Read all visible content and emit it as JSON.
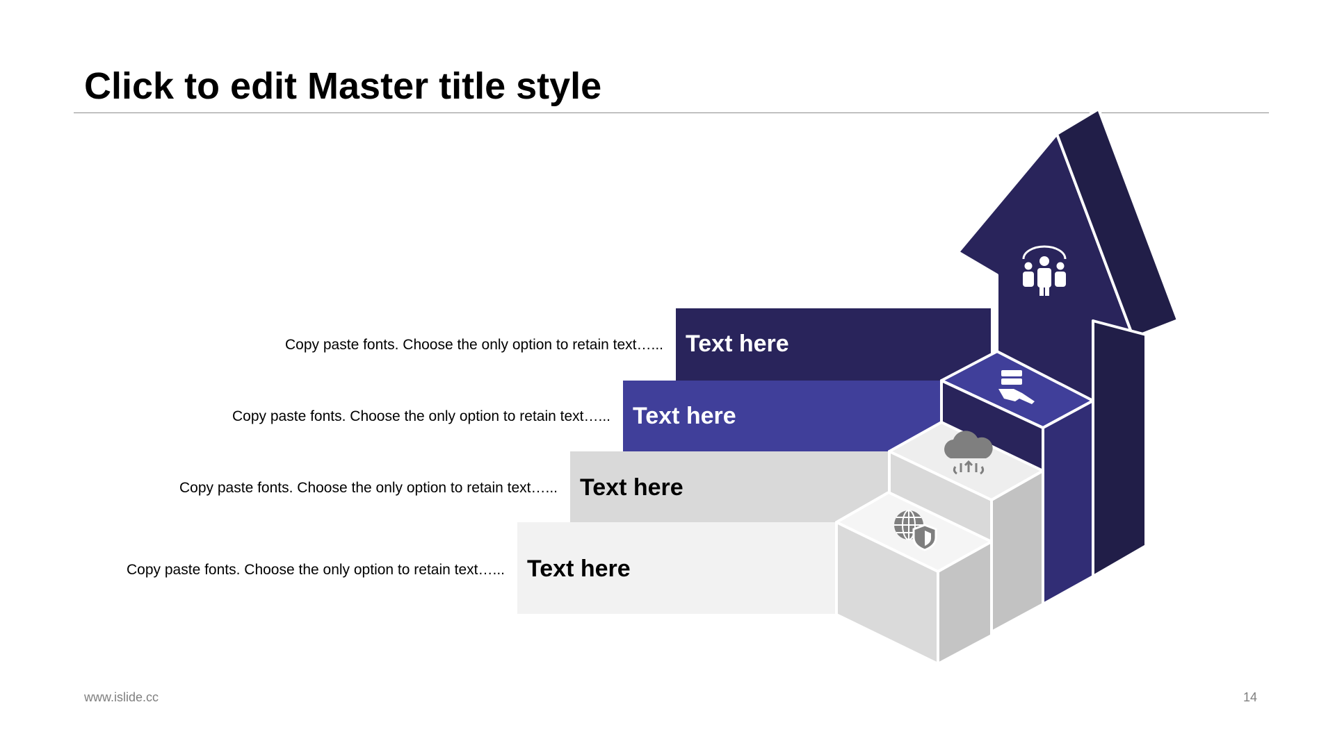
{
  "slide": {
    "title": "Click to edit Master title style",
    "footer_url": "www.islide.cc",
    "page_number": "14"
  },
  "steps": [
    {
      "label": "Text here",
      "description": "Copy paste fonts. Choose the only option to retain text…...",
      "color": "#29245b",
      "icon": "people-team-icon"
    },
    {
      "label": "Text here",
      "description": "Copy paste fonts. Choose the only option to retain text…...",
      "color": "#403f9a",
      "icon": "hand-money-icon"
    },
    {
      "label": "Text here",
      "description": "Copy paste fonts. Choose the only option to retain text…...",
      "color": "#d9d9d9",
      "icon": "cloud-upload-icon"
    },
    {
      "label": "Text here",
      "description": "Copy paste fonts. Choose the only option to retain text…...",
      "color": "#f2f2f2",
      "icon": "globe-shield-icon"
    }
  ]
}
